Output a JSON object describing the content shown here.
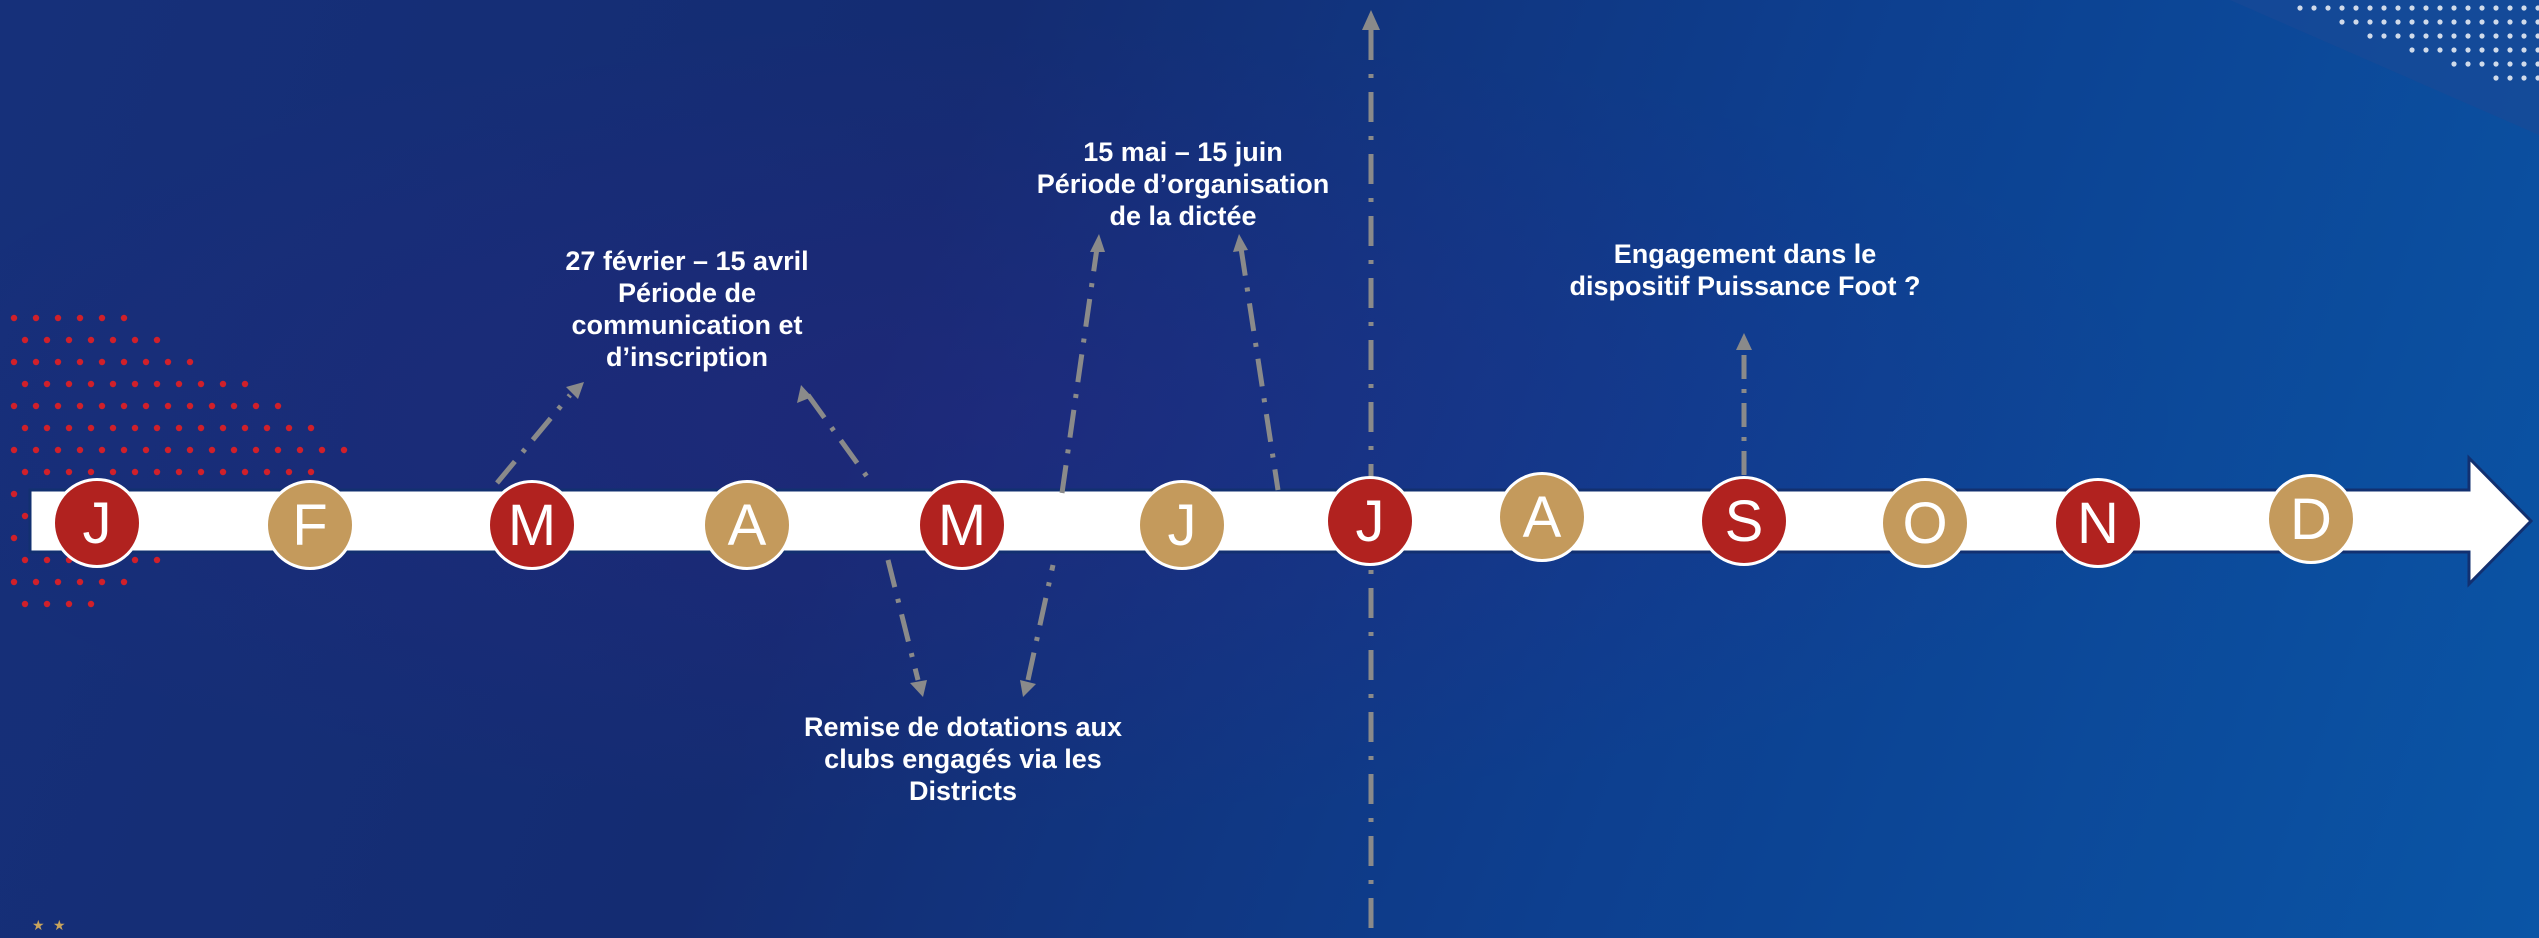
{
  "colors": {
    "red": "#b1221f",
    "gold": "#c49a5c",
    "arrow": "#ffffff",
    "connector": "#8a8a8a",
    "text": "#ffffff"
  },
  "months": [
    {
      "letter": "J",
      "color": "red"
    },
    {
      "letter": "F",
      "color": "gold"
    },
    {
      "letter": "M",
      "color": "red"
    },
    {
      "letter": "A",
      "color": "gold"
    },
    {
      "letter": "M",
      "color": "red"
    },
    {
      "letter": "J",
      "color": "gold"
    },
    {
      "letter": "J",
      "color": "red"
    },
    {
      "letter": "A",
      "color": "gold"
    },
    {
      "letter": "S",
      "color": "red"
    },
    {
      "letter": "O",
      "color": "gold"
    },
    {
      "letter": "N",
      "color": "red"
    },
    {
      "letter": "D",
      "color": "gold"
    }
  ],
  "annotations": {
    "communication": {
      "lines": [
        "27 février – 15 avril",
        "Période de",
        "communication et",
        "d’inscription"
      ]
    },
    "dotations": {
      "lines": [
        "Remise de dotations aux",
        "clubs engagés via les",
        "Districts"
      ]
    },
    "organisation": {
      "lines": [
        "15 mai – 15 juin",
        "Période d’organisation",
        "de la dictée"
      ]
    },
    "engagement": {
      "lines": [
        "Engagement dans le",
        "dispositif Puissance Foot ?"
      ]
    }
  },
  "icons": {
    "logo": "federation-stars-icon",
    "logo_glyph": "★ ★"
  }
}
